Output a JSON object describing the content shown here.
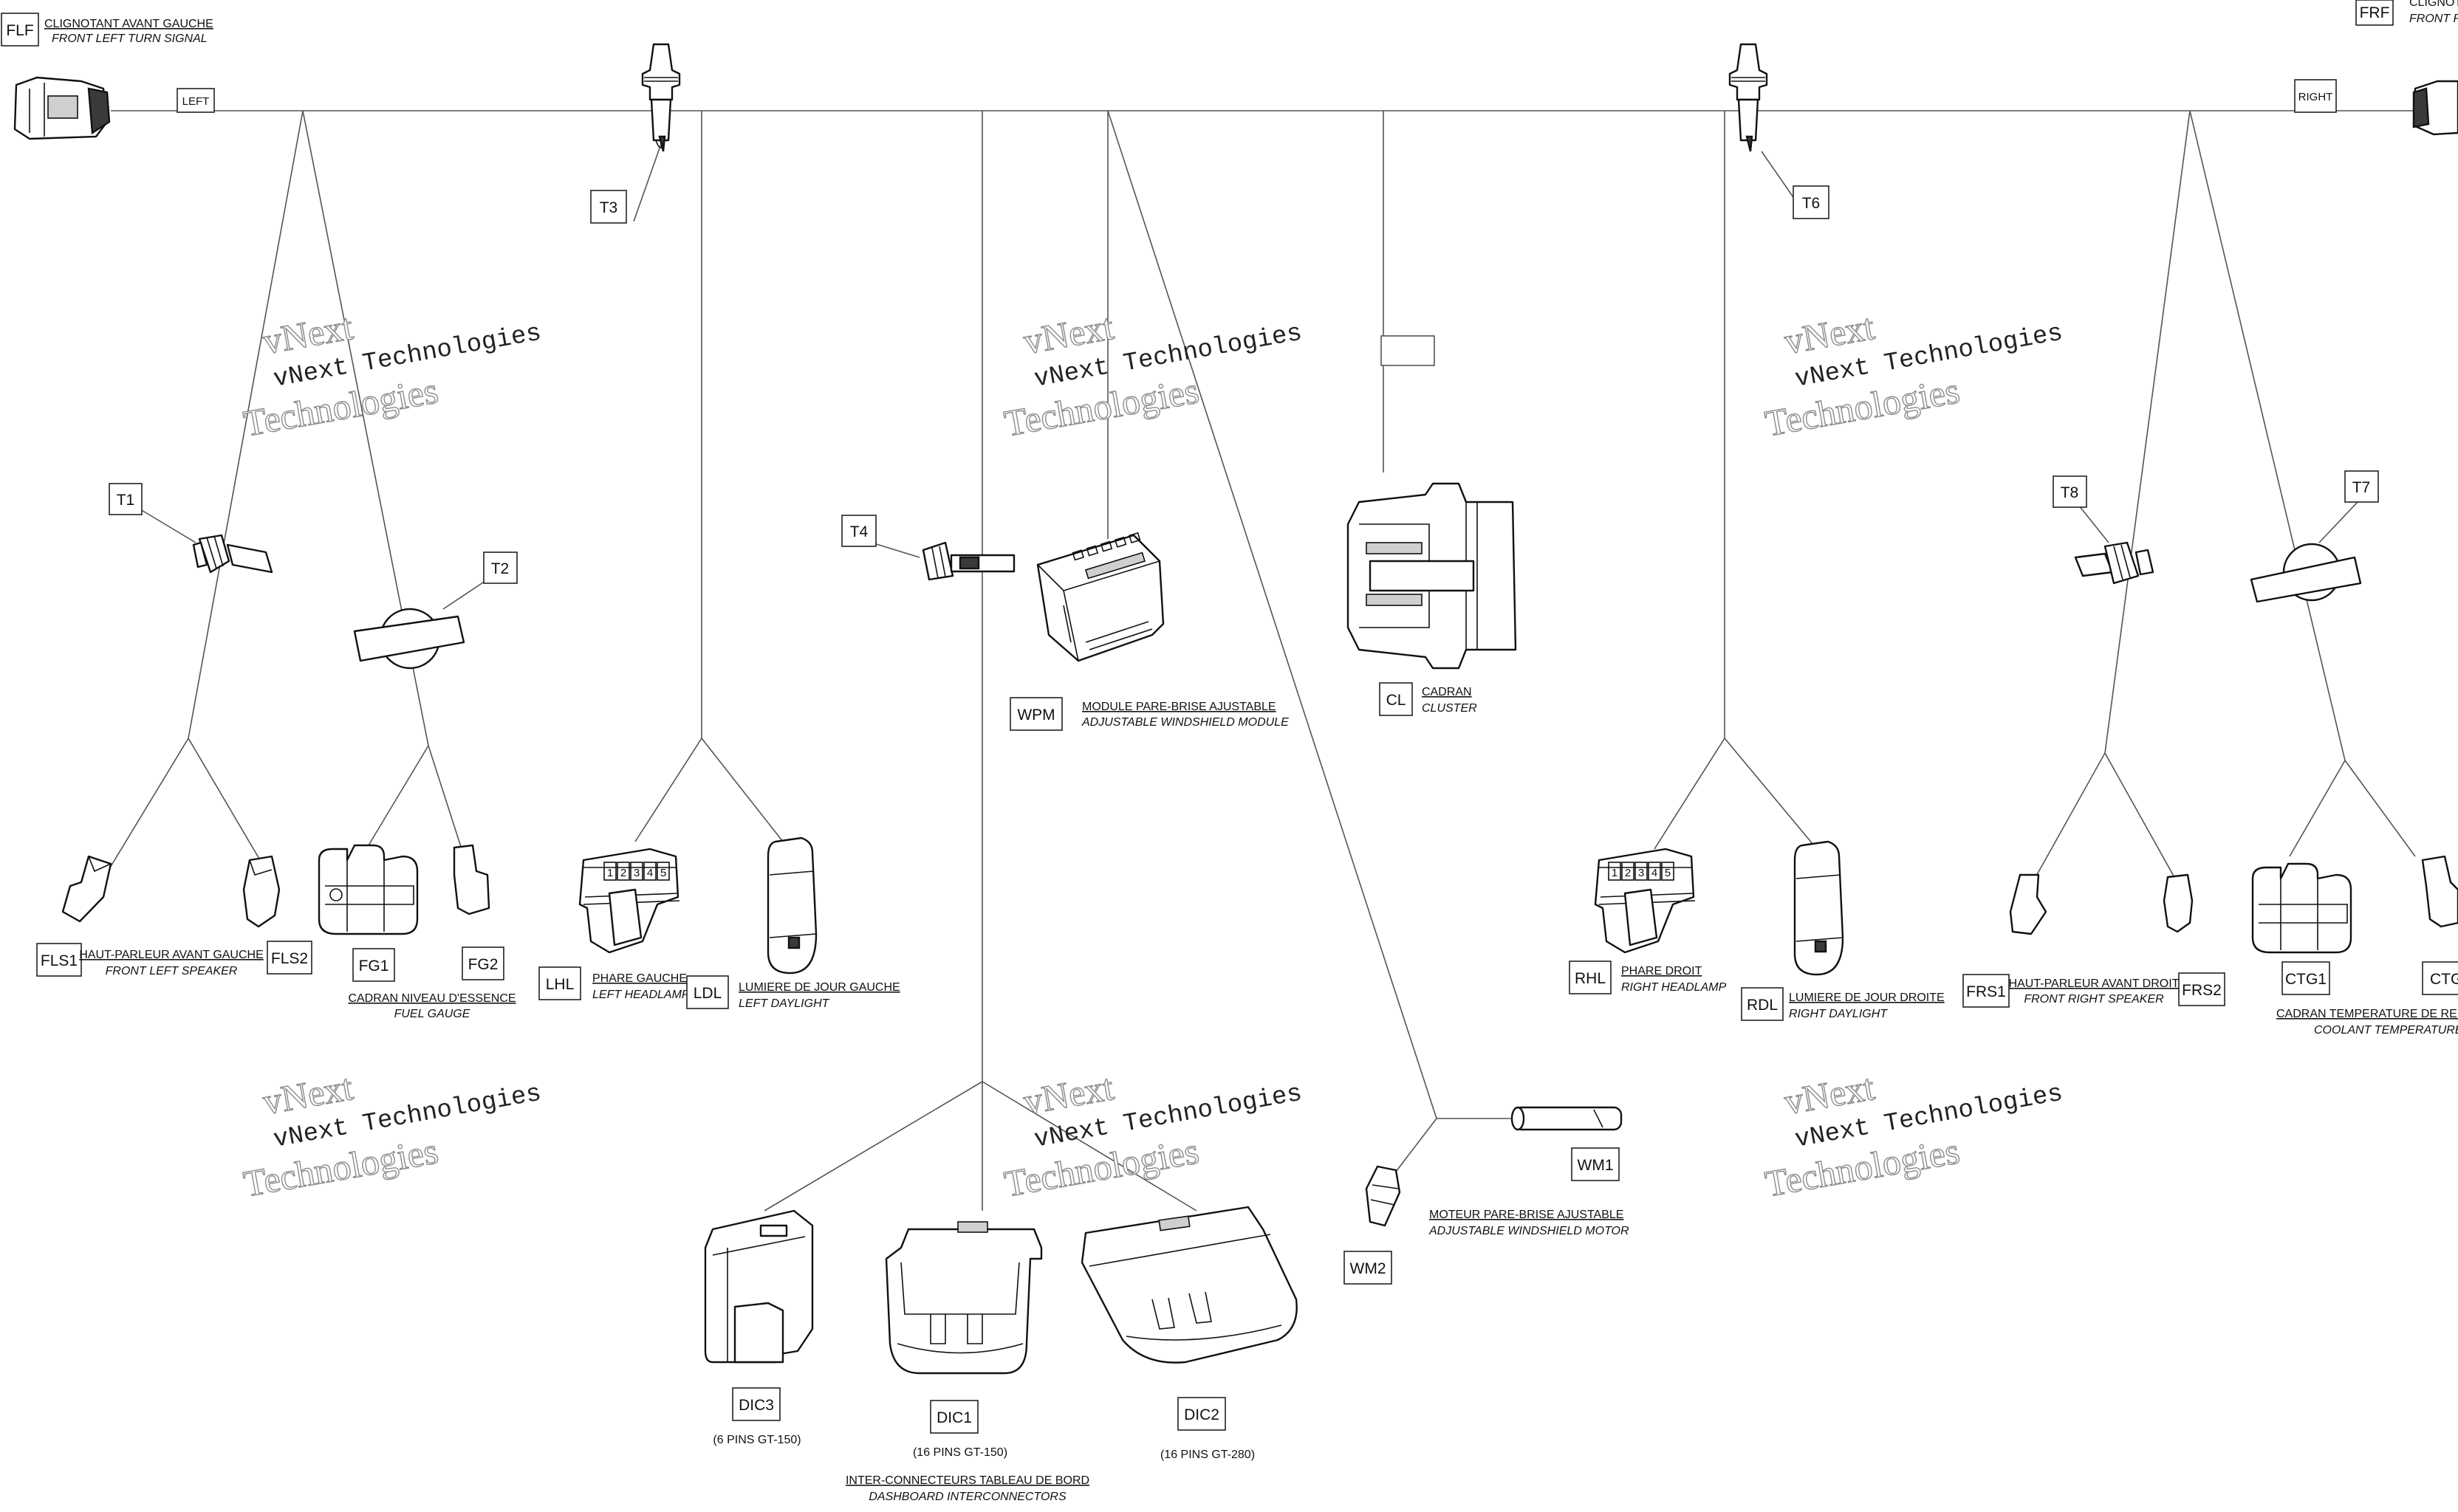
{
  "watermark": {
    "top": "vNext",
    "middle": "vNext Technologies",
    "bottom": "Technologies"
  },
  "tags": {
    "left": "LEFT",
    "right": "RIGHT"
  },
  "connectors": {
    "FLF": {
      "code": "FLF",
      "fr": "CLIGNOTANT AVANT GAUCHE",
      "en": "FRONT LEFT TURN SIGNAL"
    },
    "FRF": {
      "code": "FRF",
      "fr": "CLIGNOT",
      "en": "FRONT RIG"
    },
    "T1": {
      "code": "T1"
    },
    "T2": {
      "code": "T2"
    },
    "T3": {
      "code": "T3"
    },
    "T4": {
      "code": "T4"
    },
    "T6": {
      "code": "T6"
    },
    "T7": {
      "code": "T7"
    },
    "T8": {
      "code": "T8"
    },
    "WPM": {
      "code": "WPM",
      "fr": "MODULE PARE-BRISE AJUSTABLE",
      "en": "ADJUSTABLE WINDSHIELD MODULE"
    },
    "CL": {
      "code": "CL",
      "fr": "CADRAN",
      "en": "CLUSTER"
    },
    "FLS1": {
      "code": "FLS1"
    },
    "FLS2": {
      "code": "FLS2"
    },
    "FLS_desc": {
      "fr": "HAUT-PARLEUR AVANT GAUCHE",
      "en": "FRONT LEFT SPEAKER"
    },
    "FG1": {
      "code": "FG1"
    },
    "FG2": {
      "code": "FG2"
    },
    "FG_desc": {
      "fr": "CADRAN NIVEAU D'ESSENCE",
      "en": "FUEL GAUGE"
    },
    "LHL": {
      "code": "LHL",
      "fr": "PHARE GAUCHE",
      "en": "LEFT HEADLAMP"
    },
    "LDL": {
      "code": "LDL",
      "fr": "LUMIERE DE JOUR GAUCHE",
      "en": "LEFT DAYLIGHT"
    },
    "RHL": {
      "code": "RHL",
      "fr": "PHARE DROIT",
      "en": "RIGHT HEADLAMP"
    },
    "RDL": {
      "code": "RDL",
      "fr": "LUMIERE DE JOUR DROITE",
      "en": "RIGHT DAYLIGHT"
    },
    "FRS1": {
      "code": "FRS1"
    },
    "FRS2": {
      "code": "FRS2"
    },
    "FRS_desc": {
      "fr": "HAUT-PARLEUR AVANT DROIT",
      "en": "FRONT RIGHT SPEAKER"
    },
    "CTG1": {
      "code": "CTG1"
    },
    "CTG2": {
      "code": "CTG"
    },
    "CTG_desc": {
      "fr": "CADRAN TEMPERATURE DE REFROI",
      "en": "COOLANT TEMPERATURE GA"
    },
    "WM1": {
      "code": "WM1"
    },
    "WM2": {
      "code": "WM2"
    },
    "WM_desc": {
      "fr": "MOTEUR PARE-BRISE AJUSTABLE",
      "en": "ADJUSTABLE WINDSHIELD MOTOR"
    },
    "DIC3": {
      "code": "DIC3",
      "pins": "(6 PINS GT-150)"
    },
    "DIC1": {
      "code": "DIC1",
      "pins": "(16 PINS GT-150)"
    },
    "DIC2": {
      "code": "DIC2",
      "pins": "(16 PINS GT-280)"
    },
    "DIC_desc": {
      "fr": "INTER-CONNECTEURS TABLEAU DE BORD",
      "en": "DASHBOARD INTERCONNECTORS"
    }
  },
  "headlamp_pins": [
    "1",
    "2",
    "3",
    "4",
    "5"
  ]
}
